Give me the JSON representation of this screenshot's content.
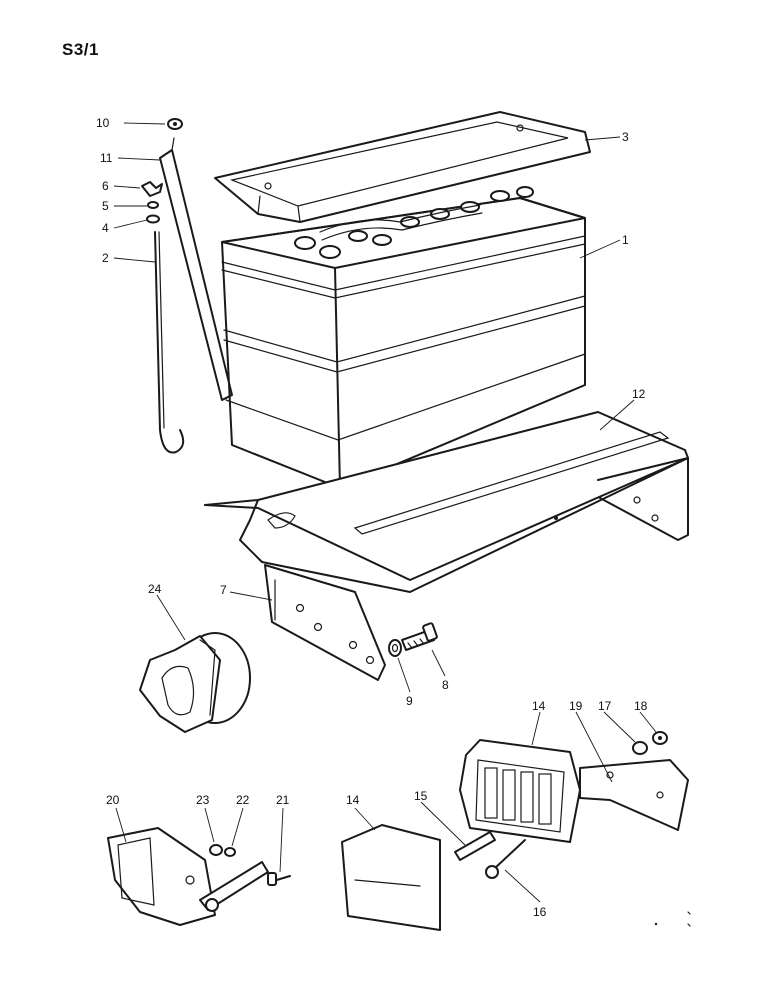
{
  "page_code": "S3/1",
  "callouts": {
    "c1": "1",
    "c2": "2",
    "c3": "3",
    "c4": "4",
    "c5": "5",
    "c6": "6",
    "c7": "7",
    "c8": "8",
    "c9": "9",
    "c10": "10",
    "c11": "11",
    "c12": "12",
    "c14a": "14",
    "c14b": "14",
    "c15": "15",
    "c16": "16",
    "c17": "17",
    "c18": "18",
    "c19": "19",
    "c20": "20",
    "c21": "21",
    "c22": "22",
    "c23": "23",
    "c24": "24"
  }
}
